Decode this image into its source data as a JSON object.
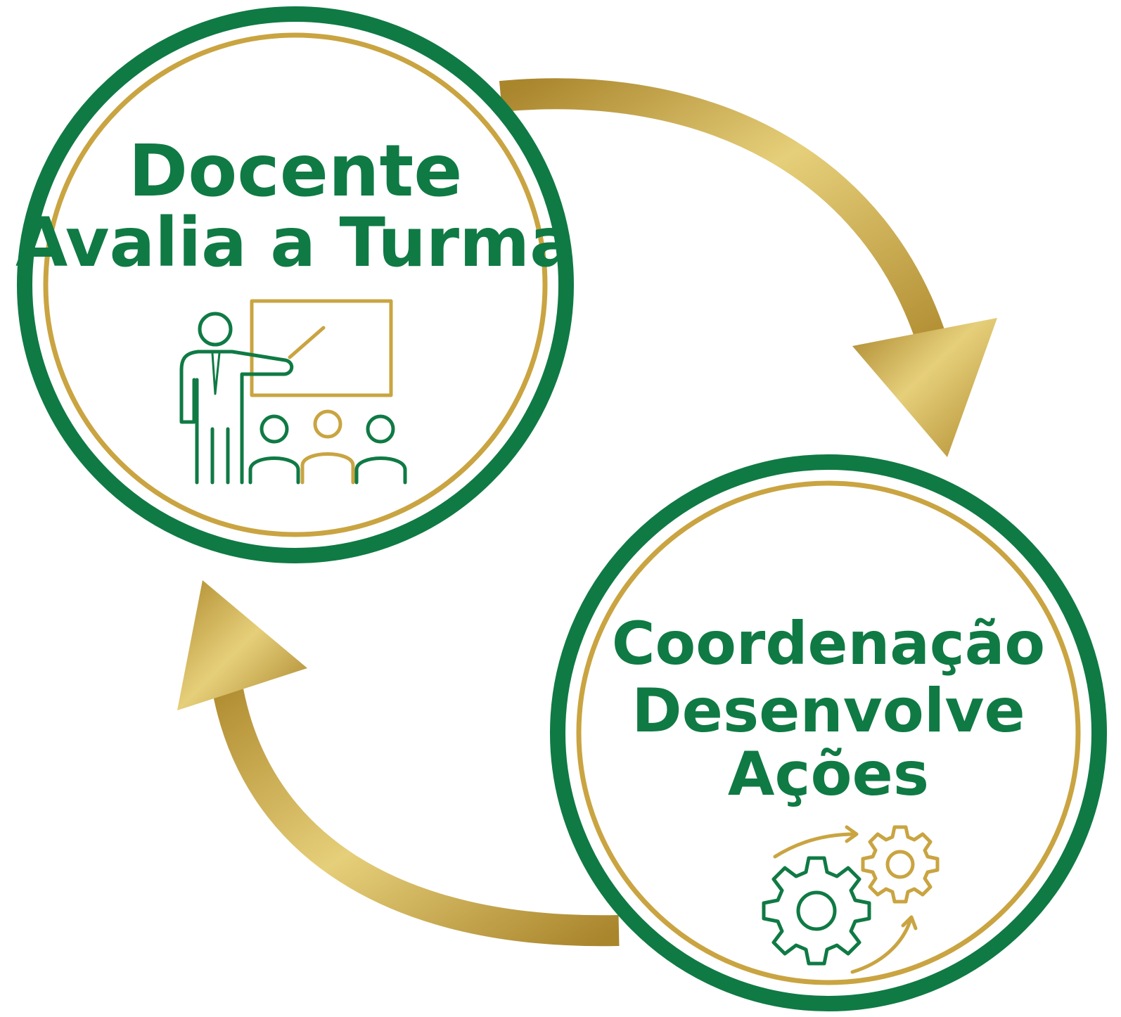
{
  "colors": {
    "green": "#0f7a44",
    "gold": "#c9a441",
    "gold_light": "#e6cf7a",
    "gold_dark": "#a9852c",
    "background": "#ffffff"
  },
  "nodes": [
    {
      "lines": [
        "Docente",
        "Avalia a Turma"
      ],
      "icon": "teacher-classroom-icon"
    },
    {
      "lines": [
        "Coordenação",
        "Desenvolve",
        "Ações"
      ],
      "icon": "gears-process-icon"
    }
  ],
  "connectors": [
    {
      "from": "Docente Avalia a Turma",
      "to": "Coordenação Desenvolve Ações",
      "icon": "curved-arrow-icon"
    },
    {
      "from": "Coordenação Desenvolve Ações",
      "to": "Docente Avalia a Turma",
      "icon": "curved-arrow-icon"
    }
  ]
}
